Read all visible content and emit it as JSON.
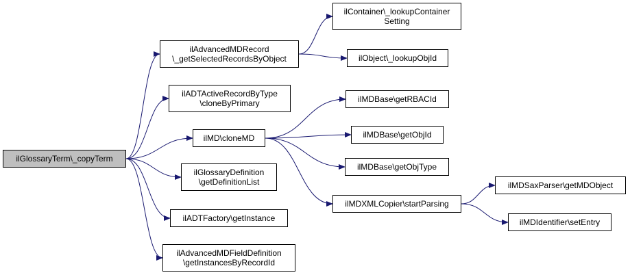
{
  "colors": {
    "edge": "#191970",
    "root_fill": "#bfbfbf",
    "node_fill": "#ffffff",
    "border": "#000000"
  },
  "nodes": [
    {
      "id": "root",
      "lines": [
        "ilGlossaryTerm\\_copyTerm"
      ]
    },
    {
      "id": "adv_record",
      "lines": [
        "ilAdvancedMDRecord",
        "\\_getSelectedRecordsByObject"
      ]
    },
    {
      "id": "container",
      "lines": [
        "ilContainer\\_lookupContainer",
        "Setting"
      ]
    },
    {
      "id": "object",
      "lines": [
        "ilObject\\_lookupObjId"
      ]
    },
    {
      "id": "active_record",
      "lines": [
        "ilADTActiveRecordByType",
        "\\cloneByPrimary"
      ]
    },
    {
      "id": "clonemd",
      "lines": [
        "ilMD\\cloneMD"
      ]
    },
    {
      "id": "rbac",
      "lines": [
        "ilMDBase\\getRBACId"
      ]
    },
    {
      "id": "objid",
      "lines": [
        "ilMDBase\\getObjId"
      ]
    },
    {
      "id": "objtype",
      "lines": [
        "ilMDBase\\getObjType"
      ]
    },
    {
      "id": "glossary_def",
      "lines": [
        "ilGlossaryDefinition",
        "\\getDefinitionList"
      ]
    },
    {
      "id": "xmlcopier",
      "lines": [
        "ilMDXMLCopier\\startParsing"
      ]
    },
    {
      "id": "saxparser",
      "lines": [
        "ilMDSaxParser\\getMDObject"
      ]
    },
    {
      "id": "identifier",
      "lines": [
        "ilMDIdentifier\\setEntry"
      ]
    },
    {
      "id": "adt_factory",
      "lines": [
        "ilADTFactory\\getInstance"
      ]
    },
    {
      "id": "field_def",
      "lines": [
        "ilAdvancedMDFieldDefinition",
        "\\getInstancesByRecordId"
      ]
    }
  ],
  "edges": [
    [
      "root",
      "adv_record"
    ],
    [
      "root",
      "active_record"
    ],
    [
      "root",
      "clonemd"
    ],
    [
      "root",
      "glossary_def"
    ],
    [
      "root",
      "adt_factory"
    ],
    [
      "root",
      "field_def"
    ],
    [
      "adv_record",
      "container"
    ],
    [
      "adv_record",
      "object"
    ],
    [
      "clonemd",
      "rbac"
    ],
    [
      "clonemd",
      "objid"
    ],
    [
      "clonemd",
      "objtype"
    ],
    [
      "clonemd",
      "xmlcopier"
    ],
    [
      "xmlcopier",
      "saxparser"
    ],
    [
      "xmlcopier",
      "identifier"
    ]
  ]
}
